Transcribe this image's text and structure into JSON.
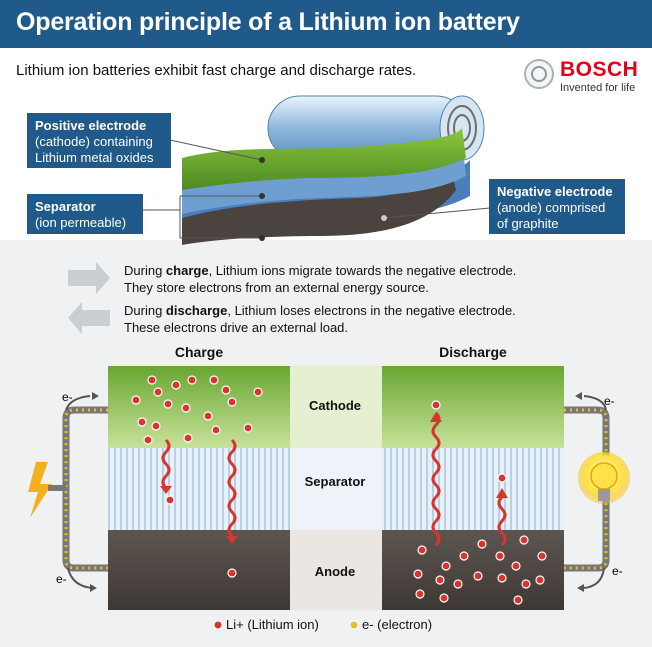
{
  "title": "Operation principle of a Lithium ion battery",
  "subtitle": "Lithium ion batteries exhibit fast charge and discharge rates.",
  "logo": {
    "brand": "BOSCH",
    "tagline": "Invented for life"
  },
  "labels": {
    "positive": {
      "bold": "Positive electrode",
      "line2": "(cathode) containing",
      "line3": "Lithium metal oxides"
    },
    "separator": {
      "bold": "Separator",
      "line2": "(ion permeable)"
    },
    "negative": {
      "bold": "Negative electrode",
      "line2": "(anode) comprised",
      "line3": "of graphite"
    }
  },
  "explanations": {
    "charge": {
      "pre": "During ",
      "bold": "charge",
      "post": ", Lithium ions migrate towards the negative electrode.",
      "line2": "They store electrons from an external energy source."
    },
    "discharge": {
      "pre": "During ",
      "bold": "discharge",
      "post": ", Lithium loses electrons in the negative electrode.",
      "line2": "These electrons drive an external load."
    }
  },
  "panels": {
    "charge": "Charge",
    "discharge": "Discharge"
  },
  "layers": {
    "cathode": "Cathode",
    "separator": "Separator",
    "anode": "Anode"
  },
  "electron_label": "e-",
  "legend": {
    "li": "Li+ (Lithium ion)",
    "electron": "e- (electron)"
  },
  "colors": {
    "title_bg": "#1f5a8a",
    "cathode": "#7aaf36",
    "anode": "#57504c",
    "ion": "#d9352f",
    "electron": "#e6c02a",
    "brand": "#e2001a"
  }
}
